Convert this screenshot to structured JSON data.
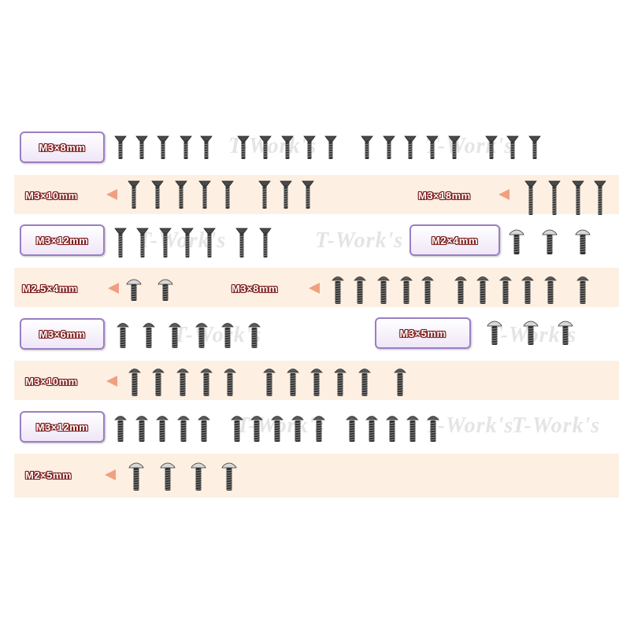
{
  "watermark_text": "T-Work's",
  "rows": [
    {
      "left": {
        "label": "M3×8mm",
        "boxed": true
      }
    },
    {
      "left": {
        "label": "M3×10mm",
        "boxed": false
      },
      "right": {
        "label": "M3×18mm",
        "boxed": false
      }
    },
    {
      "left": {
        "label": "M3×12mm",
        "boxed": true
      },
      "right": {
        "label": "M2×4mm",
        "boxed": true
      }
    },
    {
      "left": {
        "label": "M2.5×4mm",
        "boxed": false
      },
      "right": {
        "label": "M3×8mm",
        "boxed": false
      }
    },
    {
      "left": {
        "label": "M3×6mm",
        "boxed": true
      },
      "right": {
        "label": "M3×5mm",
        "boxed": true
      }
    },
    {
      "left": {
        "label": "M3×10mm",
        "boxed": false
      }
    },
    {
      "left": {
        "label": "M3×12mm",
        "boxed": true
      }
    },
    {
      "left": {
        "label": "M2×5mm",
        "boxed": false
      }
    }
  ],
  "colors": {
    "band": "#fdf0e3",
    "label_border": "#9a7fc4",
    "label_text_outline": "#7a1515",
    "arrow": "#f0a080",
    "screw_metal": "#3a3a3a"
  },
  "icons": [
    "countersunk-screw-icon",
    "button-head-screw-icon",
    "flanged-screw-icon",
    "arrow-left-icon"
  ]
}
